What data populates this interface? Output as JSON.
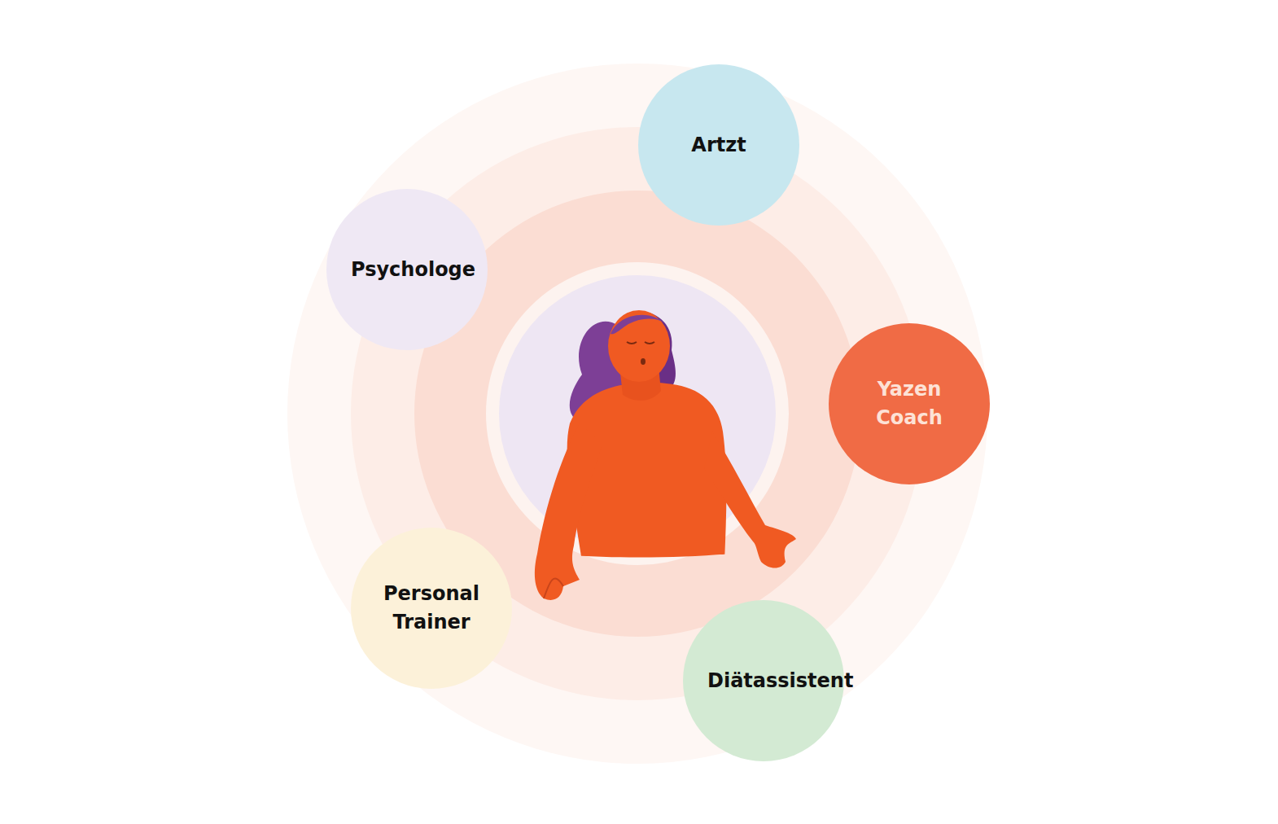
{
  "diagram": {
    "nodes": [
      {
        "text": [
          "Artzt"
        ]
      },
      {
        "text": [
          "Psychologe"
        ]
      },
      {
        "text": [
          "Yazen Coach"
        ]
      },
      {
        "text": [
          "Personal Trainer"
        ]
      },
      {
        "text": [
          "Diätassistent"
        ]
      }
    ]
  }
}
